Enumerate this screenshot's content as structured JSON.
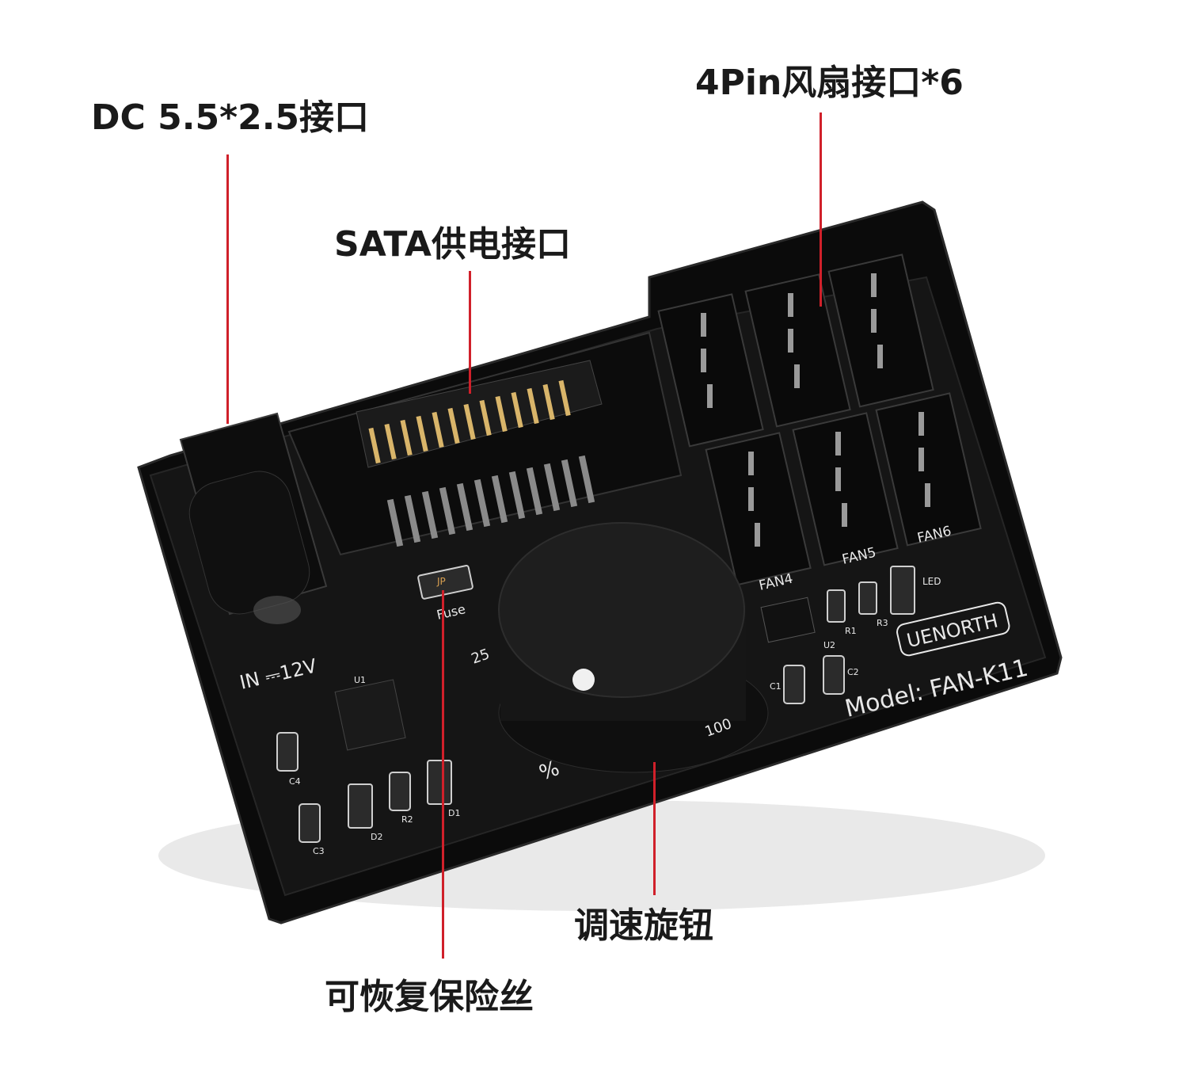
{
  "callouts": {
    "dc_jack": "DC 5.5*2.5接口",
    "fan_headers": "4Pin风扇接口*6",
    "sata_power": "SATA供电接口",
    "speed_knob": "调速旋钮",
    "resettable_fuse": "可恢复保险丝"
  },
  "board_silkscreen": {
    "model": "Model: FAN-K11",
    "brand": "UENORTH",
    "fan_labels": [
      "FAN4",
      "FAN5",
      "FAN6"
    ],
    "input": "IN ⎓12V",
    "fuse": "Fuse",
    "jumper": "JP",
    "dial_marks": [
      "25",
      "100",
      "%"
    ],
    "led": "LED",
    "components": [
      "U1",
      "U2",
      "R1",
      "R2",
      "R3",
      "C1",
      "C2",
      "C3",
      "C4",
      "D1",
      "D2"
    ]
  },
  "colors": {
    "leader_line": "#d0202a",
    "pcb": "#141414",
    "text": "#1a1a1a"
  }
}
